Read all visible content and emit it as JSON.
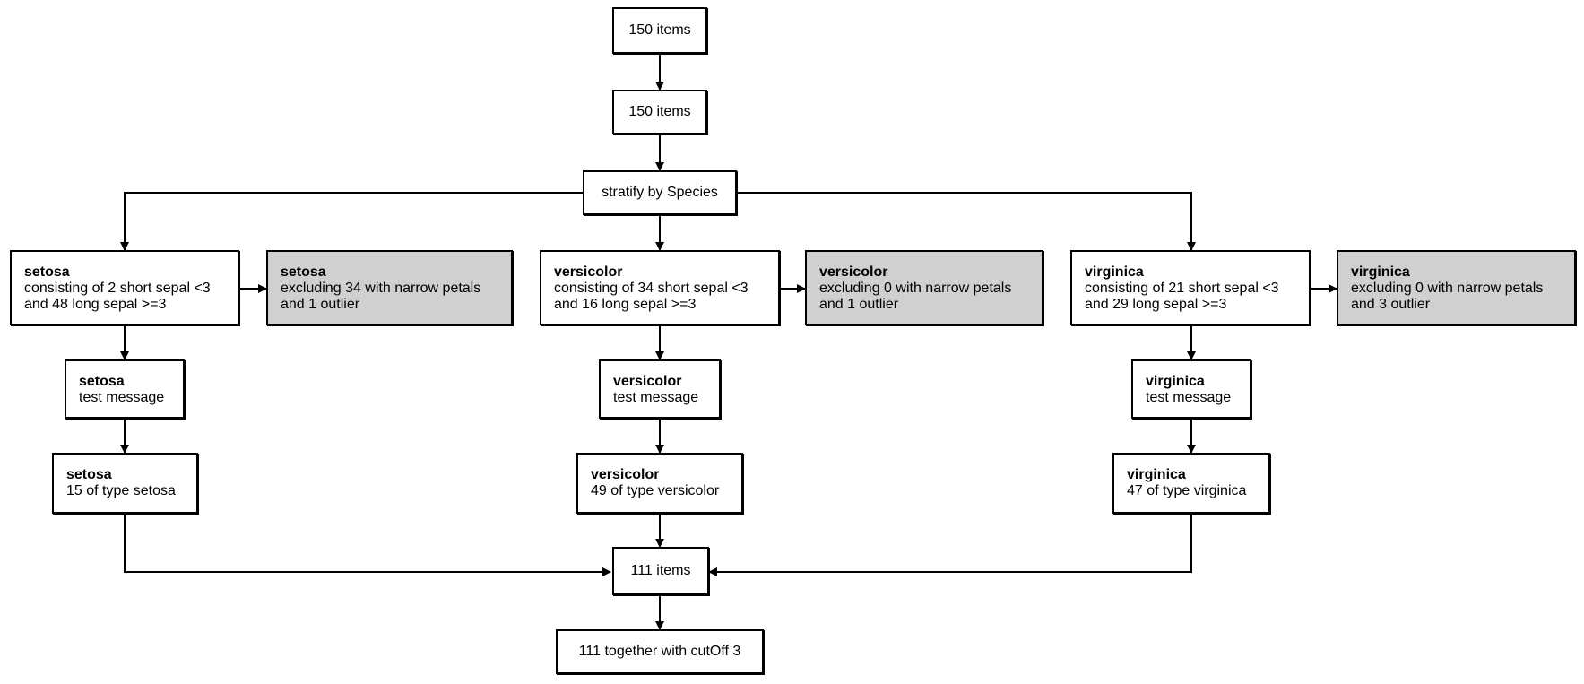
{
  "nodes": {
    "start": "150 items",
    "filtered": "150 items",
    "stratify": "stratify by Species",
    "setosa": {
      "split_title": "setosa",
      "split_line1": "consisting of 2 short sepal <3",
      "split_line2": "and 48 long sepal >=3",
      "excl_title": "setosa",
      "excl_line1": "excluding 34 with narrow petals",
      "excl_line2": "and 1 outlier",
      "msg_title": "setosa",
      "msg_line": "test message",
      "count_title": "setosa",
      "count_line": "15 of type setosa"
    },
    "versicolor": {
      "split_title": "versicolor",
      "split_line1": "consisting of 34 short sepal <3",
      "split_line2": "and 16 long sepal >=3",
      "excl_title": "versicolor",
      "excl_line1": "excluding 0 with narrow petals",
      "excl_line2": "and 1 outlier",
      "msg_title": "versicolor",
      "msg_line": "test message",
      "count_title": "versicolor",
      "count_line": "49 of type versicolor"
    },
    "virginica": {
      "split_title": "virginica",
      "split_line1": "consisting of 21 short sepal <3",
      "split_line2": "and 29 long sepal >=3",
      "excl_title": "virginica",
      "excl_line1": "excluding 0 with narrow petals",
      "excl_line2": "and 3 outlier",
      "msg_title": "virginica",
      "msg_line": "test message",
      "count_title": "virginica",
      "count_line": "47 of type virginica"
    },
    "combined": "111 items",
    "final": "111 together with cutOff 3"
  },
  "colors": {
    "excluded_fill": "#d0d0d0",
    "box_fill": "#ffffff",
    "stroke": "#000000"
  }
}
